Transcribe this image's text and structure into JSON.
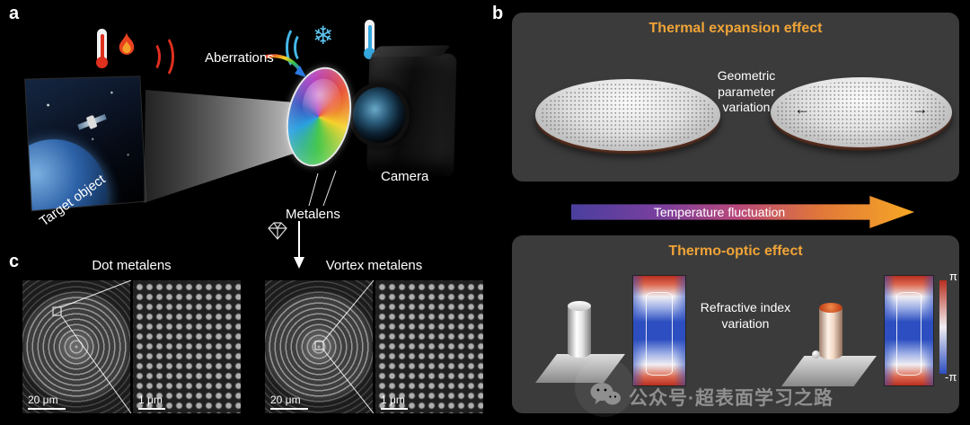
{
  "colors": {
    "background": "#000000",
    "panel_box": "#3b3b3b",
    "accent_orange": "#f0a437",
    "hot_red": "#e0301e",
    "cold_blue": "#45b8e8",
    "arrow_gradient_start": "#4a3f9e",
    "arrow_gradient_end": "#f7a824"
  },
  "icons": {
    "snowflake": "❄",
    "expand_left": "←",
    "expand_right": "→"
  },
  "panel_a": {
    "label": "a",
    "aberrations": "Aberrations",
    "target_object": "Target object",
    "metalens": "Metalens",
    "camera": "Camera"
  },
  "panel_b": {
    "label": "b",
    "thermal_expansion_title": "Thermal expansion effect",
    "geometric_annotation": "Geometric parameter variation",
    "temperature_arrow": "Temperature fluctuation",
    "thermo_optic_title": "Thermo-optic effect",
    "refractive_annotation": "Refractive index variation",
    "colorbar_top": "π",
    "colorbar_bottom": "-π"
  },
  "panel_c": {
    "label": "c",
    "dot_title": "Dot metalens",
    "vortex_title": "Vortex metalens",
    "dot_scale_full": "20 μm",
    "dot_scale_zoom": "1 μm",
    "vortex_scale_full": "20 μm",
    "vortex_scale_zoom": "1 μm"
  },
  "watermark": {
    "text": "公众号·超表面学习之路"
  }
}
